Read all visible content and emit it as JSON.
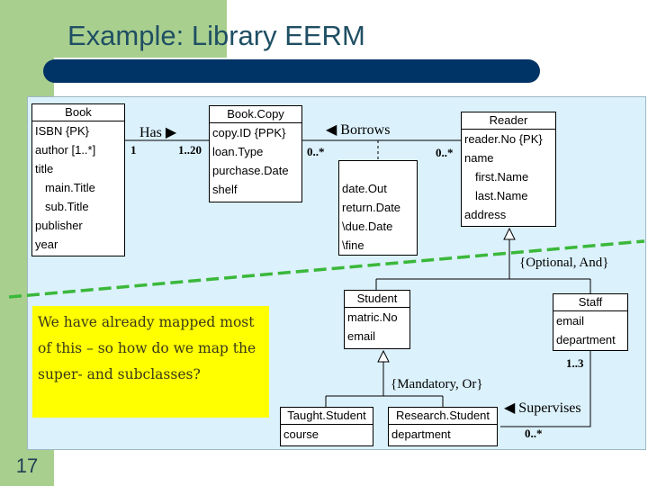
{
  "slide": {
    "title": "Example: Library EERM",
    "number": "17",
    "note": "We have already mapped most of this – so how do we map the super- and subclasses?"
  },
  "entities": {
    "book": {
      "name": "Book",
      "attrs": [
        "ISBN {PK}",
        "author  [1..*]",
        "title",
        "main.Title",
        "sub.Title",
        "publisher",
        "year"
      ]
    },
    "bookcopy": {
      "name": "Book.Copy",
      "attrs": [
        "copy.ID {PPK}",
        "loan.Type",
        "purchase.Date",
        "shelf"
      ]
    },
    "reader": {
      "name": "Reader",
      "attrs": [
        "reader.No {PK}",
        "name",
        "first.Name",
        "last.Name",
        "address"
      ]
    },
    "borrows_attrs": {
      "attrs": [
        "date.Out",
        "return.Date",
        "\\due.Date",
        "\\fine"
      ]
    },
    "student": {
      "name": "Student",
      "attrs": [
        "matric.No",
        "email"
      ]
    },
    "staff": {
      "name": "Staff",
      "attrs": [
        "email",
        "department"
      ]
    },
    "taught": {
      "name": "Taught.Student",
      "attrs": [
        "course"
      ]
    },
    "research": {
      "name": "Research.Student",
      "attrs": [
        "department"
      ]
    }
  },
  "relationships": {
    "has": {
      "label": "Has ▶",
      "left_mult": "1",
      "right_mult": "1..20"
    },
    "borrows": {
      "label": "◀ Borrows",
      "left_mult": "0..*",
      "right_mult": "0..*"
    },
    "supervises": {
      "label": "◀ Supervises",
      "mult_top": "1..3",
      "mult_bottom": "0..*"
    }
  },
  "constraints": {
    "reader_specialization": "{Optional, And}",
    "student_specialization": "{Mandatory, Or}"
  },
  "colors": {
    "background_band": "#a9cf8f",
    "title_text": "#1f4f63",
    "title_bar": "#003366",
    "diagram_bg": "#dbf1fb",
    "dashed_line": "#3ab83a",
    "note_bg": "#ffff00"
  }
}
